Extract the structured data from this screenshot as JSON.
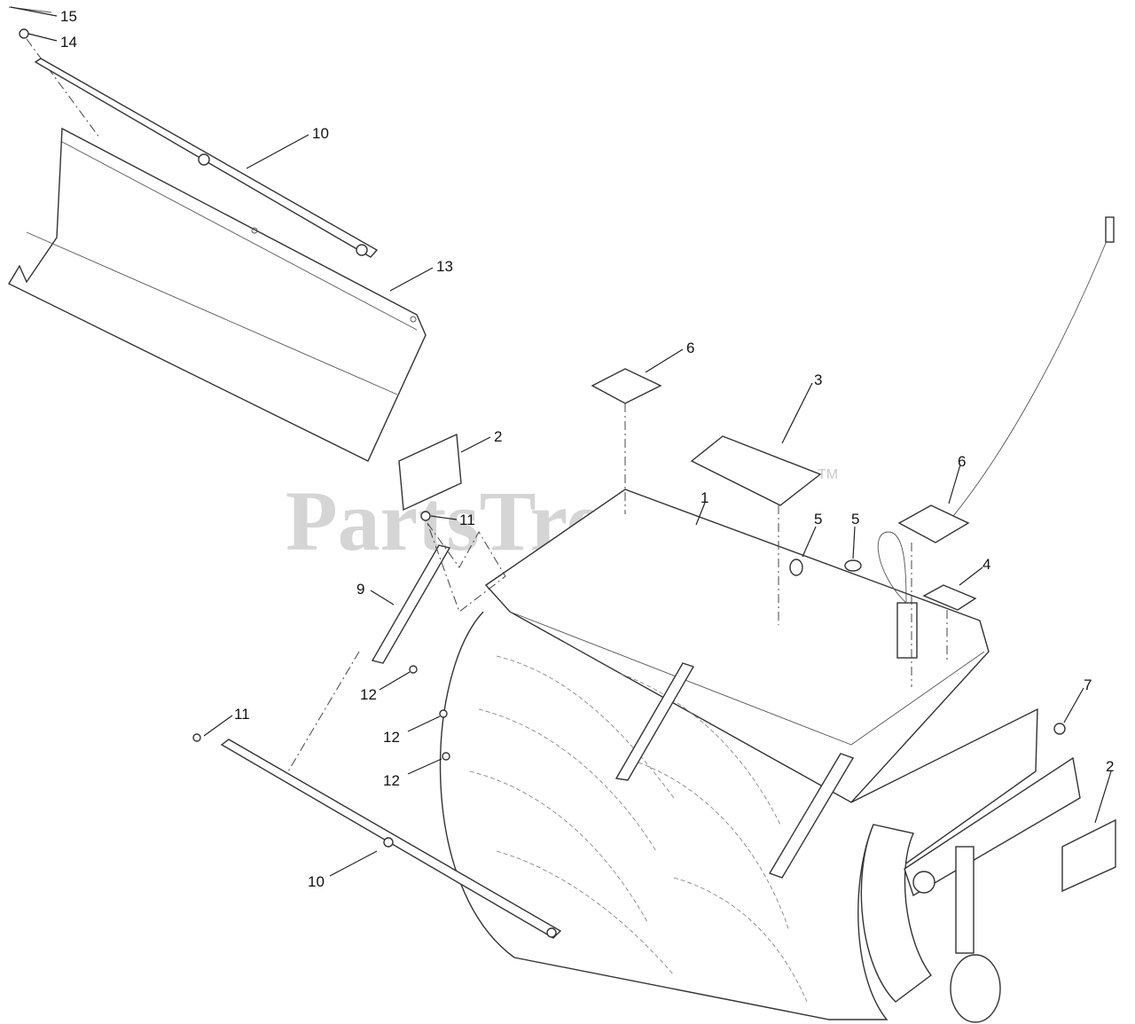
{
  "watermark": {
    "text": "PartsTree",
    "mark": "TM"
  },
  "callouts": [
    {
      "id": "c15",
      "text": "15"
    },
    {
      "id": "c14",
      "text": "14"
    },
    {
      "id": "c10a",
      "text": "10"
    },
    {
      "id": "c13",
      "text": "13"
    },
    {
      "id": "c6a",
      "text": "6"
    },
    {
      "id": "c3",
      "text": "3"
    },
    {
      "id": "c2a",
      "text": "2"
    },
    {
      "id": "c1",
      "text": "1"
    },
    {
      "id": "c11a",
      "text": "11"
    },
    {
      "id": "c5a",
      "text": "5"
    },
    {
      "id": "c5b",
      "text": "5"
    },
    {
      "id": "c6b",
      "text": "6"
    },
    {
      "id": "c4",
      "text": "4"
    },
    {
      "id": "c9",
      "text": "9"
    },
    {
      "id": "c12a",
      "text": "12"
    },
    {
      "id": "c12b",
      "text": "12"
    },
    {
      "id": "c12c",
      "text": "12"
    },
    {
      "id": "c7",
      "text": "7"
    },
    {
      "id": "c11b",
      "text": "11"
    },
    {
      "id": "c2b",
      "text": "2"
    },
    {
      "id": "c10b",
      "text": "10"
    }
  ]
}
